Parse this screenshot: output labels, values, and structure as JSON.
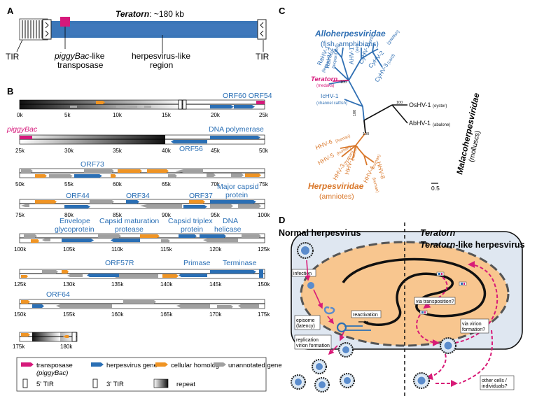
{
  "panel_labels": {
    "a": "A",
    "b": "B",
    "c": "C",
    "d": "D"
  },
  "colors": {
    "transposase": "#d6197b",
    "herpes": "#2a6fb5",
    "cellular": "#f09423",
    "unannotated": "#a0a0a0",
    "allo": "#2f6fb3",
    "teratorn": "#d6197b",
    "herpesviridae": "#d9772a",
    "malaco": "#111111",
    "cell": "#dfe7f1",
    "nucleus": "#f8c68f",
    "arrow": "#d81b77"
  },
  "panel_a": {
    "title_bold": "Teratorn",
    "title_rest": ": ~180 kb",
    "tir_left": "TIR",
    "tir_right": "TIR",
    "transposase_line1_italic": "piggyBac",
    "transposase_line1_rest": "-like",
    "transposase_line2": "transposase",
    "region_line1": "herpesvirus-like",
    "region_line2": "region"
  },
  "panel_b": {
    "rows": [
      {
        "ticks": [
          "0k",
          "5k",
          "10k",
          "15k",
          "20k",
          "25k"
        ],
        "labels": [
          {
            "text": "ORF60 ORF54",
            "color": "#2a6fb5"
          }
        ]
      },
      {
        "ticks": [
          "25k",
          "30k",
          "35k",
          "40k",
          "45k",
          "50k"
        ],
        "labels": [
          {
            "text": "piggyBac",
            "color": "#d6197b"
          },
          {
            "text": "DNA polymerase",
            "color": "#2a6fb5"
          },
          {
            "text": "ORF56",
            "color": "#2a6fb5"
          }
        ]
      },
      {
        "ticks": [
          "50k",
          "55k",
          "60k",
          "65k",
          "70k",
          "75k"
        ],
        "labels": [
          {
            "text": "ORF73",
            "color": "#2a6fb5"
          }
        ]
      },
      {
        "ticks": [
          "75k",
          "80k",
          "85k",
          "90k",
          "95k",
          "100k"
        ],
        "labels": [
          {
            "text": "ORF44",
            "color": "#2a6fb5"
          },
          {
            "text": "ORF34",
            "color": "#2a6fb5"
          },
          {
            "text": "ORF37",
            "color": "#2a6fb5"
          },
          {
            "text": "Major capsid",
            "color": "#2a6fb5"
          },
          {
            "text": "protein",
            "color": "#2a6fb5"
          }
        ]
      },
      {
        "ticks": [
          "100k",
          "105k",
          "110k",
          "115k",
          "120k",
          "125k"
        ],
        "labels": [
          {
            "text": "Envelope",
            "color": "#2a6fb5"
          },
          {
            "text": "glycoprotein",
            "color": "#2a6fb5"
          },
          {
            "text": "Capsid maturation",
            "color": "#2a6fb5"
          },
          {
            "text": "protease",
            "color": "#2a6fb5"
          },
          {
            "text": "Capsid triplex",
            "color": "#2a6fb5"
          },
          {
            "text": "protein",
            "color": "#2a6fb5"
          },
          {
            "text": "DNA",
            "color": "#2a6fb5"
          },
          {
            "text": "helicase",
            "color": "#2a6fb5"
          }
        ]
      },
      {
        "ticks": [
          "125k",
          "130k",
          "135k",
          "140k",
          "145k",
          "150k"
        ],
        "labels": [
          {
            "text": "ORF57R",
            "color": "#2a6fb5"
          },
          {
            "text": "Primase",
            "color": "#2a6fb5"
          },
          {
            "text": "Terminase",
            "color": "#2a6fb5"
          }
        ]
      },
      {
        "ticks": [
          "150k",
          "155k",
          "160k",
          "165k",
          "170k",
          "175k"
        ],
        "labels": [
          {
            "text": "ORF64",
            "color": "#2a6fb5"
          }
        ]
      },
      {
        "ticks": [
          "175k",
          "180k"
        ],
        "labels": []
      }
    ],
    "legend": {
      "transposase_line1": "transposase",
      "transposase_line2": "(piggyBac)",
      "herpes": "herpesvirus gene",
      "cellular": "cellular homolog",
      "unannotated": "unannotated gene",
      "tir5": "5' TIR",
      "tir3": "3' TIR",
      "repeat": "repeat"
    }
  },
  "panel_c": {
    "allo_title": "Alloherpesviridae",
    "allo_sub": "(fish, amphibians)",
    "herpes_title": "Herpesviridae",
    "herpes_sub": "(amniotes)",
    "malaco_title": "Malacoherpesviridae",
    "malaco_sub": "(molluscs)",
    "teratorn": "Teratorn",
    "teratorn_host": "(medaka)",
    "taxa": {
      "rahv2": "RaHV-2",
      "rahv2_host": "(leopard frog)",
      "rahv1": "RaHV-1",
      "rahv1_host": "(leopard frog)",
      "ahv1": "AHV-1",
      "ahv1_host": "(eel)",
      "cyhv1": "CyHV-1",
      "cyhv1_host": "(carp)",
      "cyhv2": "CyHV-2",
      "cyhv2_host": "(goldfish)",
      "cyhv3": "CyHV-3",
      "cyhv3_host": "(carp)",
      "ichv1": "IcHV-1",
      "ichv1_host": "(channel catfish)",
      "oshv1": "OsHV-1",
      "oshv1_host": "(oyster)",
      "abhv1": "AbHV-1",
      "abhv1_host": "(abalone)",
      "hhv6": "HHV-6",
      "hhv6_host": "(human)",
      "hhv5": "HHV-5",
      "hhv5_host": "(human)",
      "hhv3": "HHV-3",
      "hhv3_host": "(human)",
      "hhv1": "HHV-1",
      "hhv1_host": "(human)",
      "hhv4": "HHV-4",
      "hhv4_host": "(human)",
      "hhv8": "HHV-8",
      "hhv8_host": "(human)"
    },
    "bootstrap": {
      "b1": "100",
      "b2": "100",
      "b3": "100",
      "b4": "100"
    },
    "scale": "0.5"
  },
  "panel_d": {
    "left_title": "Normal herpesvirus",
    "right_title_1": "Teratorn",
    "right_title_2_italic": "Teratorn",
    "right_title_2_rest": "-like herpesvirus",
    "infection": "infection",
    "episome_1": "episome",
    "episome_2": "(latency)",
    "reactivation": "reactivation",
    "replication_1": "replication",
    "replication_2": "virion formation",
    "via_transposition": "via transposition?",
    "via_virion_1": "via virion",
    "via_virion_2": "formation?",
    "other_1": "other cells /",
    "other_2": "individuals?"
  }
}
